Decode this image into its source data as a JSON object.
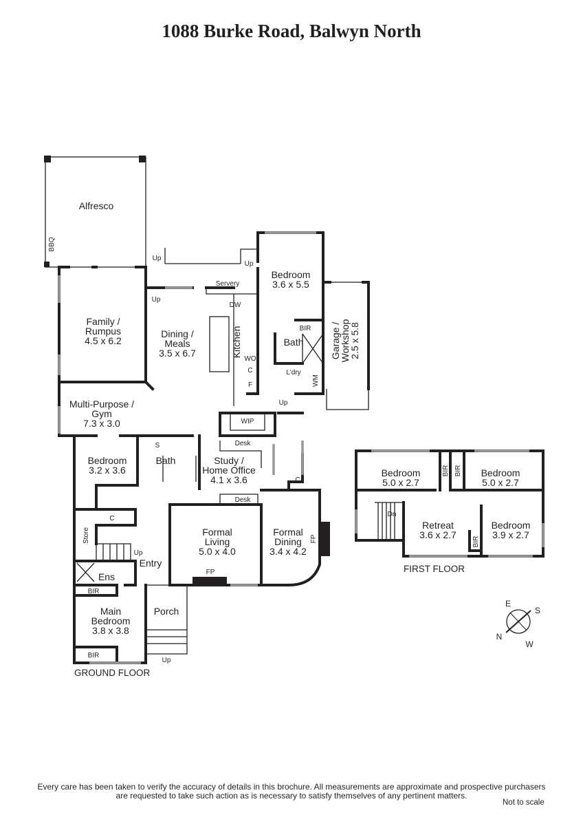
{
  "title": "1088 Burke Road, Balwyn North",
  "ground_floor": {
    "label": "GROUND FLOOR",
    "rooms": {
      "alfresco": [
        "Alfresco"
      ],
      "family": [
        "Family /",
        "Rumpus",
        "4.5 x 6.2"
      ],
      "dining": [
        "Dining /",
        "Meals",
        "3.5 x 6.7"
      ],
      "kitchen": [
        "Kitchen"
      ],
      "bedroom_rear": [
        "Bedroom",
        "3.6 x 5.5"
      ],
      "garage": [
        "Garage /",
        "Workshop",
        "2.5 x 5.8"
      ],
      "gym": [
        "Multi-Purpose /",
        "Gym",
        "7.3 x 3.0"
      ],
      "bedroom_2": [
        "Bedroom",
        "3.2 x 3.6"
      ],
      "study": [
        "Study /",
        "Home Office",
        "4.1 x 3.6"
      ],
      "formal_living": [
        "Formal",
        "Living",
        "5.0 x 4.0"
      ],
      "formal_dining": [
        "Formal",
        "Dining",
        "3.4 x 4.2"
      ],
      "entry": [
        "Entry"
      ],
      "porch": [
        "Porch"
      ],
      "main_bedroom": [
        "Main",
        "Bedroom",
        "3.8 x 3.8"
      ]
    },
    "small_labels": {
      "bbq": "BBQ",
      "up": "Up",
      "servery": "Servery",
      "dw": "DW",
      "wo": "WO",
      "c": "C",
      "f": "F",
      "bir": "BIR",
      "bath": "Bath",
      "laundry": "L'dry",
      "wm": "WM",
      "wip": "WIP",
      "desk": "Desk",
      "s": "S",
      "store": "Store",
      "ens": "Ens",
      "fp": "FP"
    }
  },
  "first_floor": {
    "label": "FIRST FLOOR",
    "rooms": {
      "bedroom_a": [
        "Bedroom",
        "5.0 x 2.7"
      ],
      "bedroom_b": [
        "Bedroom",
        "5.0 x 2.7"
      ],
      "retreat": [
        "Retreat",
        "3.6 x 2.7"
      ],
      "bedroom_c": [
        "Bedroom",
        "3.9 x 2.7"
      ]
    },
    "small_labels": {
      "bir": "BIR",
      "dn": "Dn"
    }
  },
  "compass": {
    "e": "E",
    "s": "S",
    "n": "N",
    "w": "W"
  },
  "disclaimer": [
    "Every care has been taken to verify the accuracy of details in this brochure.  All measurements are approximate and prospective purchasers",
    "are requested to take such action as is necessary to satisfy themselves of any pertinent matters."
  ],
  "not_to_scale": "Not to scale"
}
